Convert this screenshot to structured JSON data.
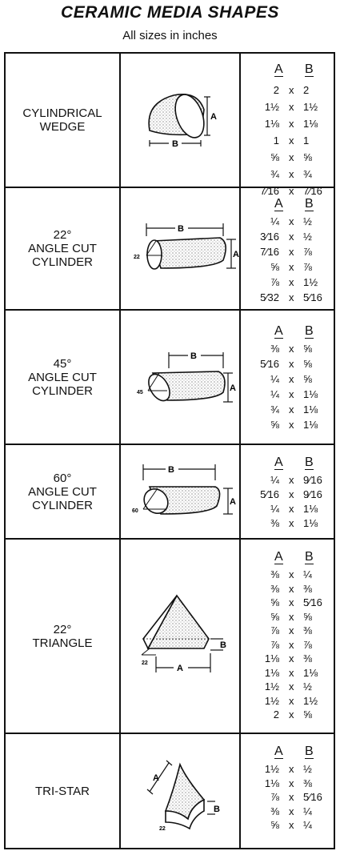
{
  "title": "CERAMIC MEDIA SHAPES",
  "subtitle": "All sizes in inches",
  "header": {
    "a": "A",
    "b": "B",
    "x": "x"
  },
  "rows": [
    {
      "name": [
        "CYLINDRICAL",
        "WEDGE"
      ],
      "dims": {
        "a": "A",
        "b": "B"
      },
      "sizes": [
        {
          "a": "2",
          "b": "2"
        },
        {
          "a": "1½",
          "b": "1½"
        },
        {
          "a": "1⅛",
          "b": "1⅛"
        },
        {
          "a": "1",
          "b": "1"
        },
        {
          "a": "⅝",
          "b": "⅝"
        },
        {
          "a": "¾",
          "b": "¾"
        },
        {
          "a": "7⁄16",
          "b": "7⁄16"
        }
      ]
    },
    {
      "name": [
        "22°",
        "ANGLE CUT",
        "CYLINDER"
      ],
      "dims": {
        "a": "A",
        "b": "B",
        "angle": "22"
      },
      "sizes": [
        {
          "a": "¼",
          "b": "½"
        },
        {
          "a": "3⁄16",
          "b": "½"
        },
        {
          "a": "7⁄16",
          "b": "⅞"
        },
        {
          "a": "⅝",
          "b": "⅞"
        },
        {
          "a": "⅞",
          "b": "1½"
        },
        {
          "a": "5⁄32",
          "b": "5⁄16"
        }
      ]
    },
    {
      "name": [
        "45°",
        "ANGLE CUT",
        "CYLINDER"
      ],
      "dims": {
        "a": "A",
        "b": "B",
        "angle": "45"
      },
      "sizes": [
        {
          "a": "⅜",
          "b": "⅝"
        },
        {
          "a": "5⁄16",
          "b": "⅝"
        },
        {
          "a": "¼",
          "b": "⅝"
        },
        {
          "a": "¼",
          "b": "1⅛"
        },
        {
          "a": "¾",
          "b": "1⅛"
        },
        {
          "a": "⅝",
          "b": "1⅛"
        }
      ]
    },
    {
      "name": [
        "60°",
        "ANGLE CUT",
        "CYLINDER"
      ],
      "dims": {
        "a": "A",
        "b": "B",
        "angle": "60"
      },
      "sizes": [
        {
          "a": "¼",
          "b": "9⁄16"
        },
        {
          "a": "5⁄16",
          "b": "9⁄16"
        },
        {
          "a": "¼",
          "b": "1⅛"
        },
        {
          "a": "⅜",
          "b": "1⅛"
        }
      ]
    },
    {
      "name": [
        "22°",
        "TRIANGLE"
      ],
      "dims": {
        "a": "A",
        "b": "B",
        "angle": "22"
      },
      "sizes": [
        {
          "a": "⅜",
          "b": "¼"
        },
        {
          "a": "⅜",
          "b": "⅜"
        },
        {
          "a": "⅝",
          "b": "5⁄16"
        },
        {
          "a": "⅝",
          "b": "⅝"
        },
        {
          "a": "⅞",
          "b": "⅜"
        },
        {
          "a": "⅞",
          "b": "⅞"
        },
        {
          "a": "1⅛",
          "b": "⅜"
        },
        {
          "a": "1⅛",
          "b": "1⅛"
        },
        {
          "a": "1½",
          "b": "½"
        },
        {
          "a": "1½",
          "b": "1½"
        },
        {
          "a": "2",
          "b": "⅝"
        }
      ]
    },
    {
      "name": [
        "TRI-STAR"
      ],
      "dims": {
        "a": "A",
        "b": "B",
        "angle": "22"
      },
      "sizes": [
        {
          "a": "1½",
          "b": "½"
        },
        {
          "a": "1⅛",
          "b": "⅜"
        },
        {
          "a": "⅞",
          "b": "5⁄16"
        },
        {
          "a": "⅜",
          "b": "¼"
        },
        {
          "a": "⅝",
          "b": "¼"
        }
      ]
    }
  ]
}
